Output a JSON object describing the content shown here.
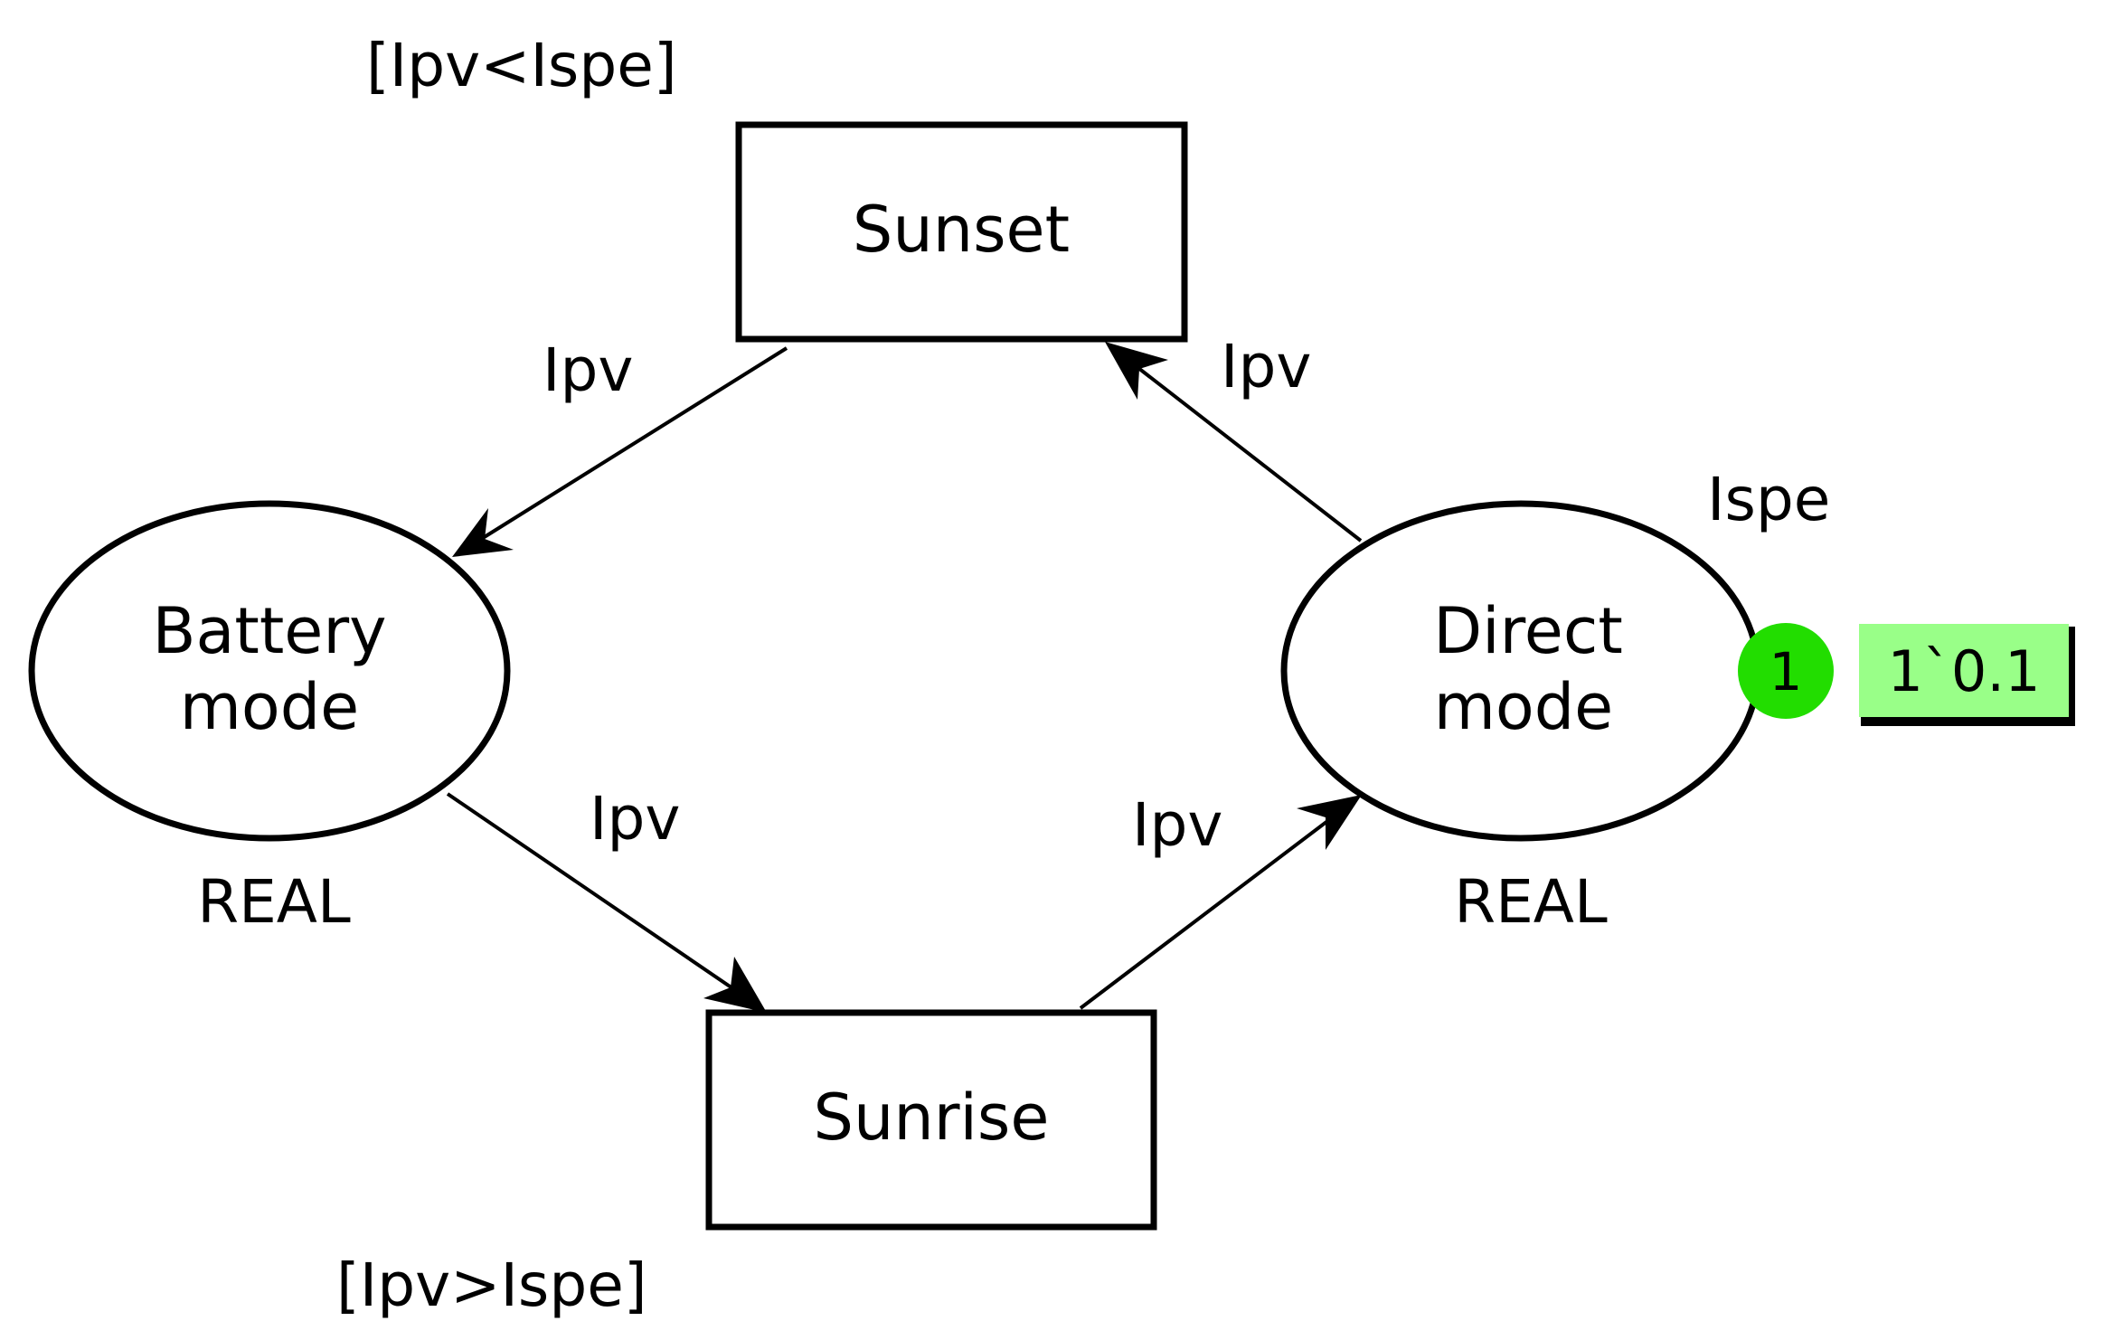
{
  "transitions": {
    "sunset": {
      "label": "Sunset",
      "guard": "[Ipv<Ispe]"
    },
    "sunrise": {
      "label": "Sunrise",
      "guard": "[Ipv>Ispe]"
    }
  },
  "places": {
    "battery_mode": {
      "label_line1": "Battery",
      "label_line2": "mode",
      "color_set": "REAL"
    },
    "direct_mode": {
      "label_line1": "Direct",
      "label_line2": "mode",
      "color_set": "REAL",
      "initial_marking": "Ispe",
      "token_count": "1",
      "current_marking": "1`0.1"
    }
  },
  "arcs": {
    "sunset_to_battery": "Ipv",
    "direct_to_sunset": "Ipv",
    "battery_to_sunrise": "Ipv",
    "sunrise_to_direct": "Ipv"
  },
  "colors": {
    "token": "#22dd00",
    "marking_box": "#99ff88",
    "stroke": "#000000"
  }
}
